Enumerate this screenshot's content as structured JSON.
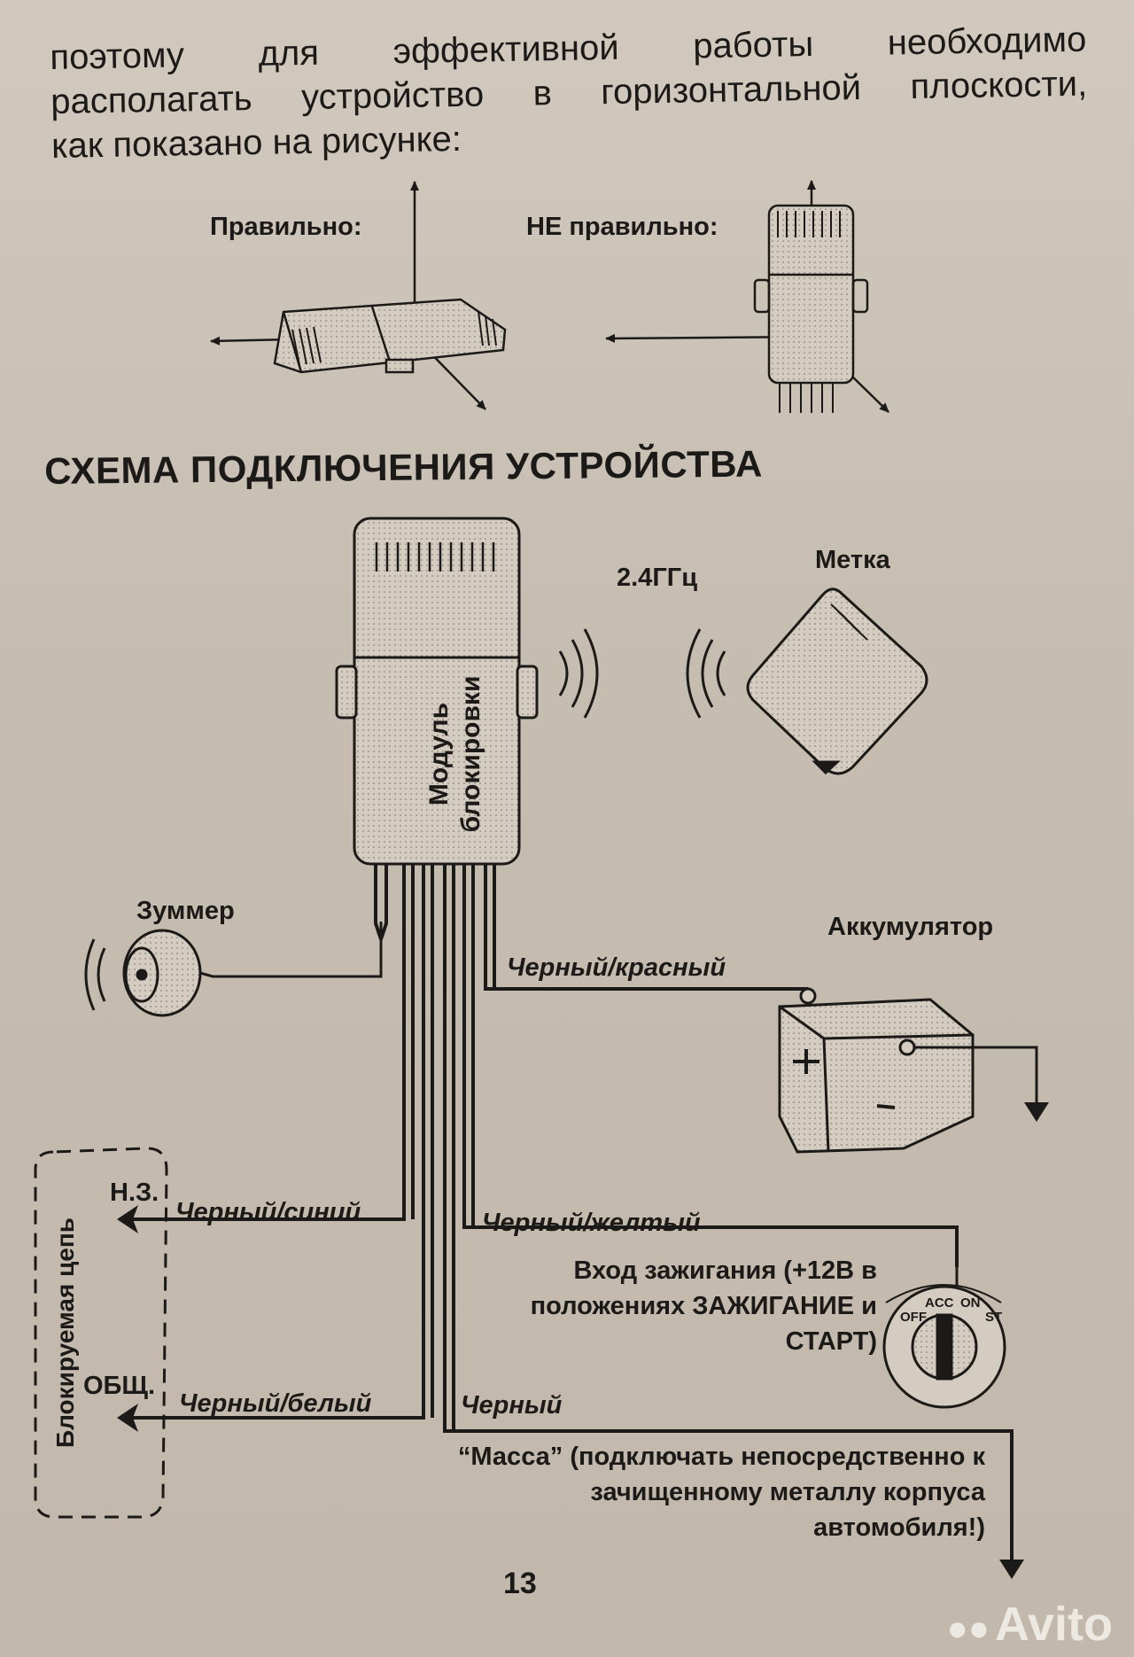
{
  "intro": {
    "line1": "поэтому для эффективной работы необходимо",
    "line2": "располагать устройство в горизонтальной плоскости,",
    "line3": "как показано на рисунке:"
  },
  "orientation": {
    "correct_label": "Правильно:",
    "incorrect_label": "НЕ правильно:"
  },
  "scheme": {
    "title": "СХЕМА ПОДКЛЮЧЕНИЯ УСТРОЙСТВА",
    "module_label_line1": "Модуль",
    "module_label_line2": "блокировки",
    "frequency": "2.4ГГц",
    "tag_label": "Метка",
    "buzzer_label": "Зуммер",
    "battery_label": "Аккумулятор",
    "locked_circuit_label": "Блокируемая цепь",
    "nc_label": "Н.З.",
    "common_label": "ОБЩ.",
    "wires": {
      "black_red": "Черный/красный",
      "black_blue": "Черный/синий",
      "black_yellow": "Черный/желтый",
      "black_white": "Черный/белый",
      "black": "Черный"
    },
    "ignition_note": "Вход зажигания (+12В в положениях ЗАЖИГАНИЕ и СТАРТ)",
    "ground_note": "“Масса” (подключать непосредственно к зачищенному металлу корпуса автомобиля!)",
    "ignition_positions": [
      "OFF",
      "ACC",
      "ON",
      "ST"
    ]
  },
  "page_number": "13",
  "watermark": "Avito"
}
